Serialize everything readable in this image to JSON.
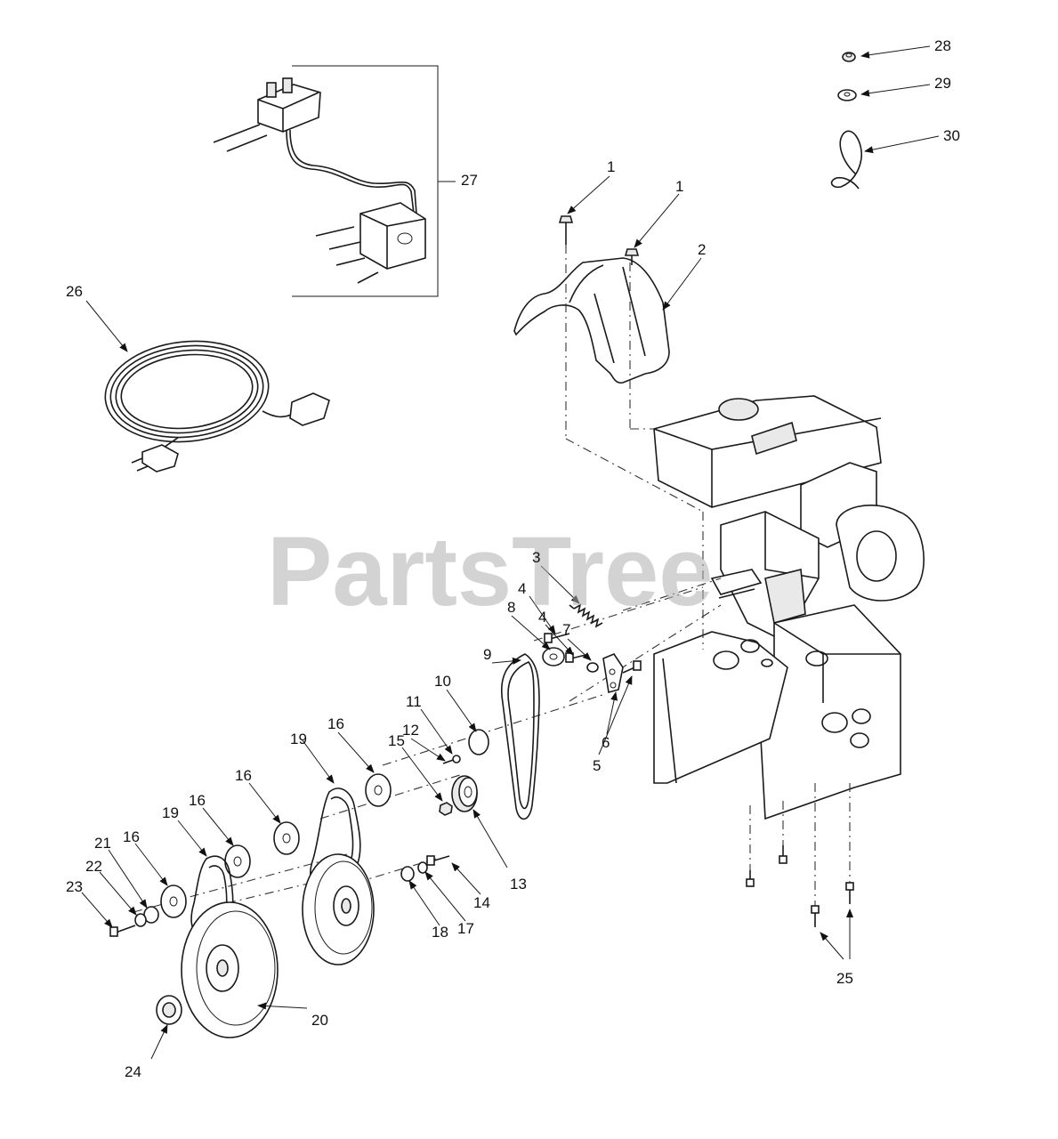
{
  "watermark": "PartsTree",
  "callouts": [
    {
      "id": "c28",
      "label": "28"
    },
    {
      "id": "c29",
      "label": "29"
    },
    {
      "id": "c30",
      "label": "30"
    },
    {
      "id": "c27",
      "label": "27"
    },
    {
      "id": "c26",
      "label": "26"
    },
    {
      "id": "c1a",
      "label": "1"
    },
    {
      "id": "c1b",
      "label": "1"
    },
    {
      "id": "c2",
      "label": "2"
    },
    {
      "id": "c3",
      "label": "3"
    },
    {
      "id": "c4a",
      "label": "4"
    },
    {
      "id": "c4b",
      "label": "4"
    },
    {
      "id": "c5",
      "label": "5"
    },
    {
      "id": "c6",
      "label": "6"
    },
    {
      "id": "c7",
      "label": "7"
    },
    {
      "id": "c8",
      "label": "8"
    },
    {
      "id": "c9",
      "label": "9"
    },
    {
      "id": "c10",
      "label": "10"
    },
    {
      "id": "c11",
      "label": "11"
    },
    {
      "id": "c12",
      "label": "12"
    },
    {
      "id": "c13",
      "label": "13"
    },
    {
      "id": "c14",
      "label": "14"
    },
    {
      "id": "c15",
      "label": "15"
    },
    {
      "id": "c16a",
      "label": "16"
    },
    {
      "id": "c16b",
      "label": "16"
    },
    {
      "id": "c16c",
      "label": "16"
    },
    {
      "id": "c16d",
      "label": "16"
    },
    {
      "id": "c17",
      "label": "17"
    },
    {
      "id": "c18",
      "label": "18"
    },
    {
      "id": "c19a",
      "label": "19"
    },
    {
      "id": "c19b",
      "label": "19"
    },
    {
      "id": "c20",
      "label": "20"
    },
    {
      "id": "c21",
      "label": "21"
    },
    {
      "id": "c22",
      "label": "22"
    },
    {
      "id": "c23",
      "label": "23"
    },
    {
      "id": "c24",
      "label": "24"
    },
    {
      "id": "c25",
      "label": "25"
    }
  ]
}
